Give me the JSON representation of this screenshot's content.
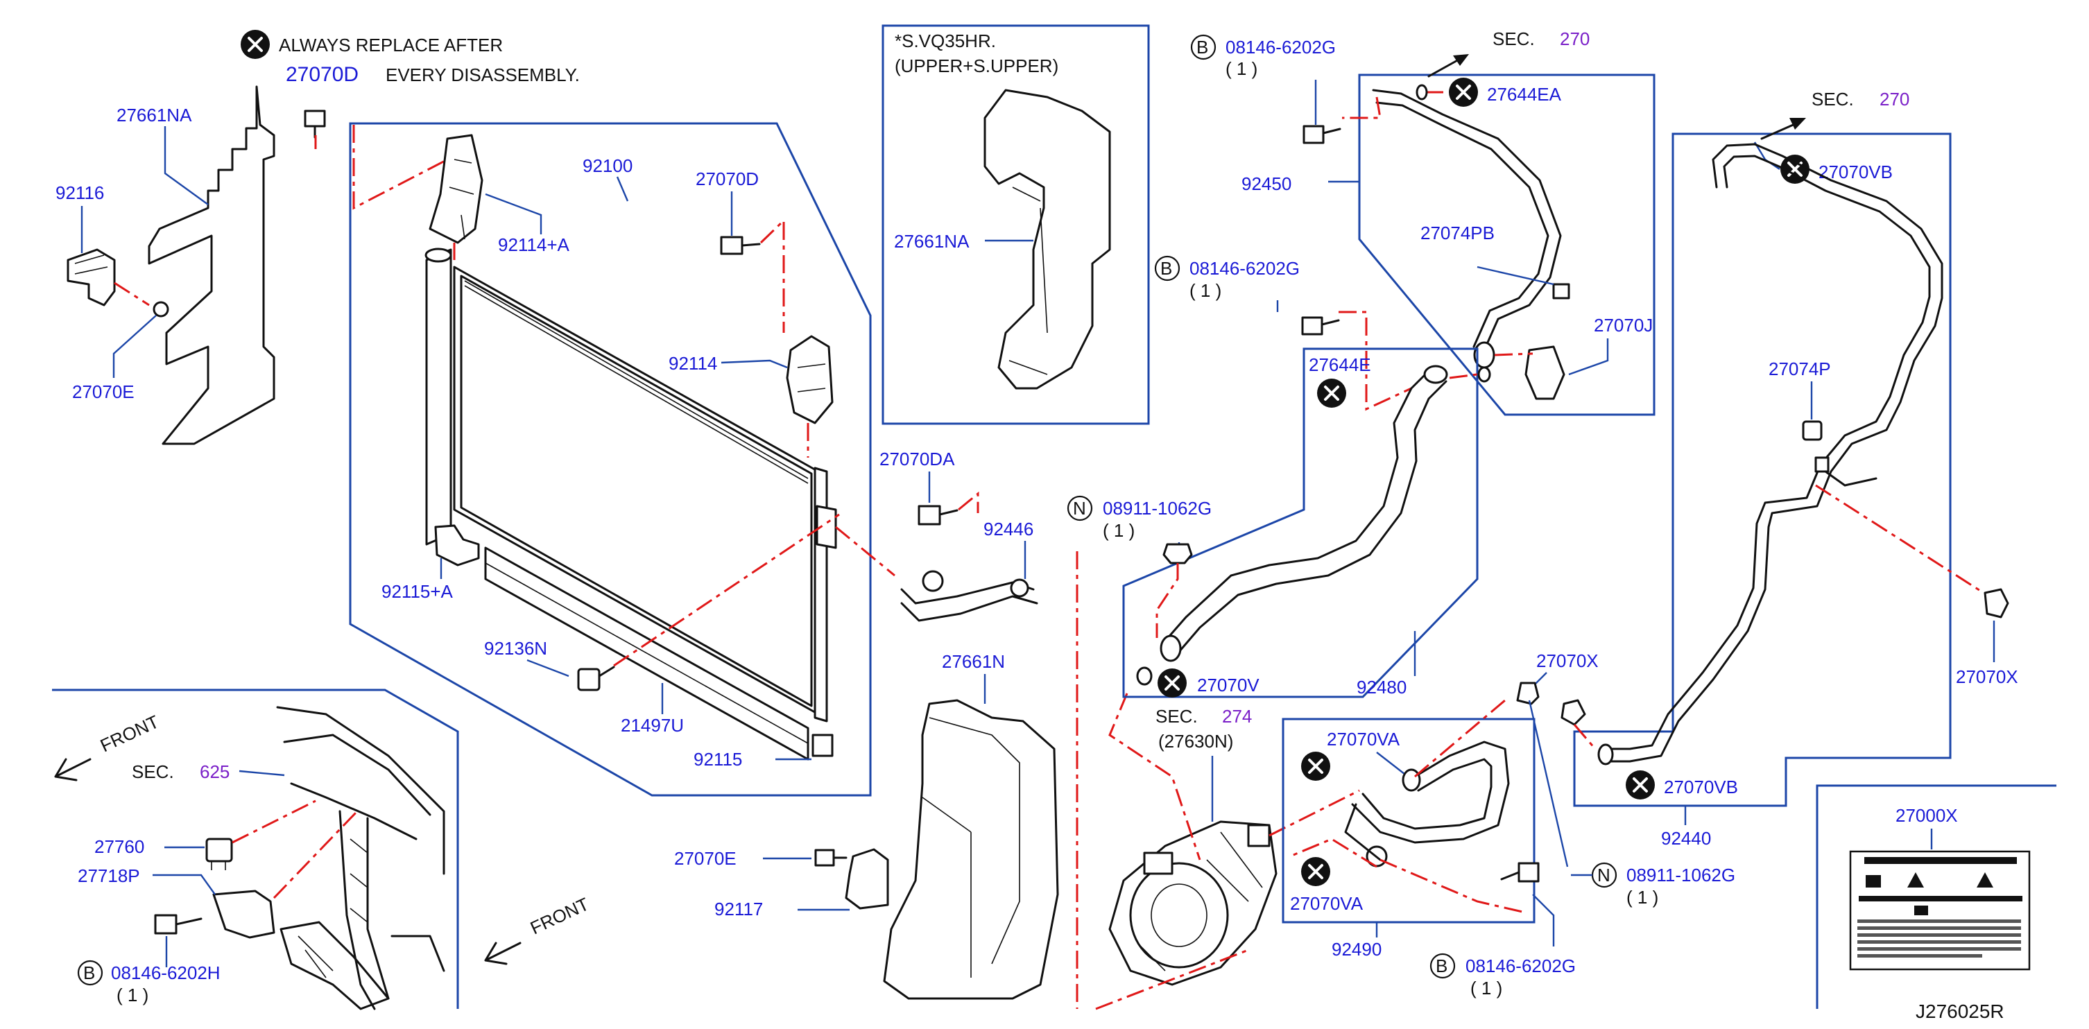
{
  "diagram_id": "J276025R",
  "notice": {
    "line1": "ALWAYS   REPLACE   AFTER",
    "part": "27070D",
    "line2": "EVERY   DISASSEMBLY."
  },
  "inset": {
    "line1": "*S.VQ35HR.",
    "line2": "(UPPER+S.UPPER)",
    "part": "27661NA"
  },
  "sections": {
    "sec270_a": {
      "label": "SEC.",
      "num": "270"
    },
    "sec270_b": {
      "label": "SEC.",
      "num": "270"
    },
    "sec274": {
      "label": "SEC.",
      "num": "274",
      "sub": "(27630N)"
    },
    "sec625": {
      "label": "SEC.",
      "num": "625"
    }
  },
  "front_labels": [
    "FRONT",
    "FRONT"
  ],
  "part_numbers": {
    "p27661NA": "27661NA",
    "p92116": "92116",
    "p27070E_a": "27070E",
    "p27070D_bolt": "27070D",
    "p92100": "92100",
    "p92114A": "92114+A",
    "p92114": "92114",
    "p92115A": "92115+A",
    "p92136N": "92136N",
    "p21497U": "21497U",
    "p92115": "92115",
    "p27070DA": "27070DA",
    "p92446": "92446",
    "p27661N": "27661N",
    "p27070E_b": "27070E",
    "p92117": "92117",
    "p27760": "27760",
    "p27718P": "27718P",
    "p92450": "92450",
    "p27644EA": "27644EA",
    "p27074PB": "27074PB",
    "p27070J": "27070J",
    "p27644E": "27644E",
    "p27070V": "27070V",
    "p92480": "92480",
    "p27070VA_a": "27070VA",
    "p27070VA_b": "27070VA",
    "p92490": "92490",
    "p27070X_a": "27070X",
    "p27070X_b": "27070X",
    "p27070VB_a": "27070VB",
    "p27070VB_b": "27070VB",
    "p27074P": "27074P",
    "p92440": "92440",
    "p27000X": "27000X"
  },
  "fasteners": {
    "b1": {
      "prefix": "B",
      "part": "08146-6202G",
      "qty": "( 1 )"
    },
    "b2": {
      "prefix": "B",
      "part": "08146-6202G",
      "qty": "( 1 )"
    },
    "b3": {
      "prefix": "B",
      "part": "08146-6202G",
      "qty": "( 1 )"
    },
    "b4": {
      "prefix": "B",
      "part": "08146-6202H",
      "qty": "( 1 )"
    },
    "n1": {
      "prefix": "N",
      "part": "08911-1062G",
      "qty": "( 1 )"
    },
    "n2": {
      "prefix": "N",
      "part": "08911-1062G",
      "qty": "( 1 )"
    }
  },
  "colors": {
    "part_number": "#1a1ad6",
    "leader": "#1c46a8",
    "dash": "#e01818",
    "section_number": "#7a1fc8"
  }
}
